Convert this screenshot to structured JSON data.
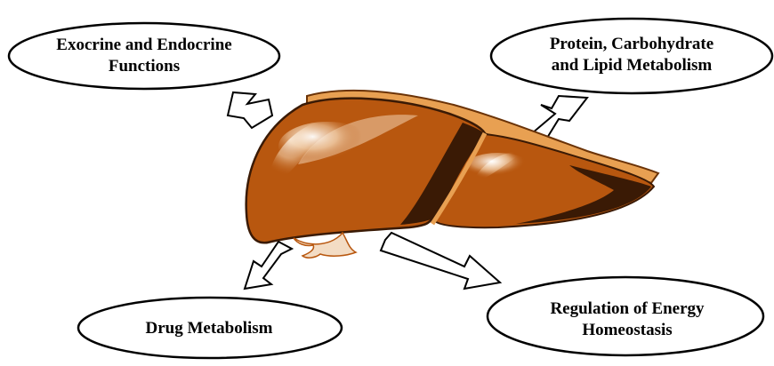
{
  "diagram": {
    "center": {
      "icon": "liver-illustration"
    },
    "functions": [
      {
        "id": "exocrine",
        "lines": [
          "Exocrine and Endocrine",
          "Functions"
        ]
      },
      {
        "id": "protein",
        "lines": [
          "Protein, Carbohydrate",
          "and Lipid Metabolism"
        ]
      },
      {
        "id": "drug",
        "lines": [
          "Drug Metabolism"
        ]
      },
      {
        "id": "regulation",
        "lines": [
          "Regulation of Energy",
          "Homeostasis"
        ]
      }
    ],
    "colors": {
      "liver_main": "#b8570f",
      "liver_dark": "#3a1a05",
      "liver_rim": "#e8a052",
      "gallbladder": "#f3dcc4",
      "outline": "#000000",
      "bubble_fill": "#ffffff"
    }
  }
}
